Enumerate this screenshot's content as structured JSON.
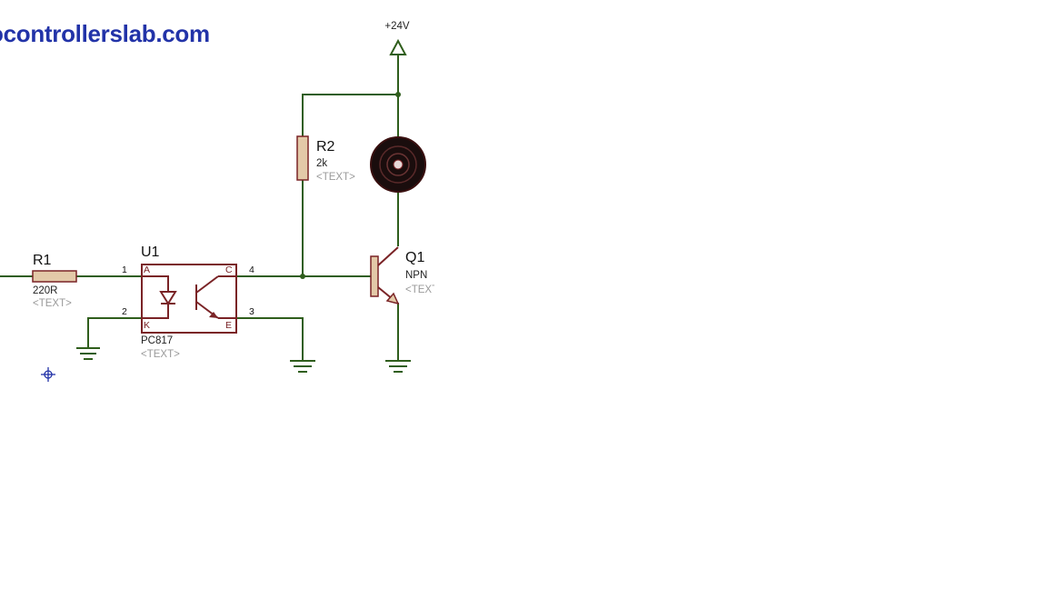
{
  "watermark": {
    "text": "ocontrollerslab.com",
    "color": "#2233a8"
  },
  "colors": {
    "wire": "#2f5e1c",
    "component": "#7a2326",
    "resistor_fill": "#e3c9a8",
    "motor_fill": "#1a0d0d",
    "placeholder_text": "#9a9a9a"
  },
  "power": {
    "label": "+24V"
  },
  "r1": {
    "ref": "R1",
    "value": "220R",
    "text": "<TEXT>"
  },
  "r2": {
    "ref": "R2",
    "value": "2k",
    "text": "<TEXT>"
  },
  "u1": {
    "ref": "U1",
    "part": "PC817",
    "text": "<TEXT>",
    "pins": {
      "p1": "1",
      "p2": "2",
      "p3": "3",
      "p4": "4"
    },
    "pin_names": {
      "a": "A",
      "k": "K",
      "c": "C",
      "e": "E"
    }
  },
  "q1": {
    "ref": "Q1",
    "type": "NPN",
    "text": "<TEXT>"
  }
}
